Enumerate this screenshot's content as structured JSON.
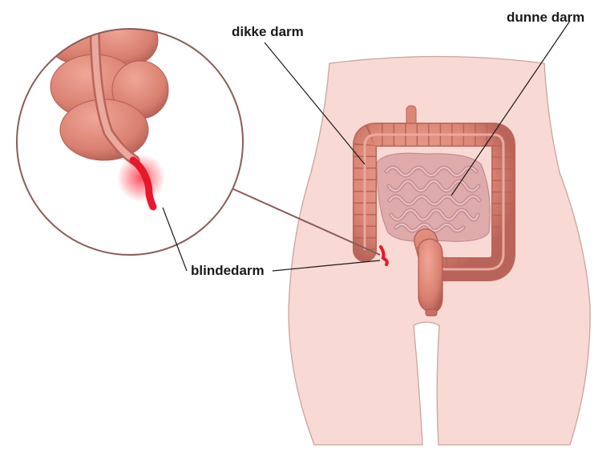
{
  "labels": {
    "large_intestine": "dikke darm",
    "small_intestine": "dunne darm",
    "appendix": "blindedarm"
  },
  "colors": {
    "skin_fill": "#f9d9d3",
    "skin_outline": "#c9a59c",
    "colon": "#dc8676",
    "colon_dark": "#b9645a",
    "colon_band": "#eaa99d",
    "small_intestine": "#dfaaaa",
    "small_intestine_dark": "#b9848a",
    "appendix_highlight": "#e8182c",
    "leader_line": "#1a1a1a"
  }
}
